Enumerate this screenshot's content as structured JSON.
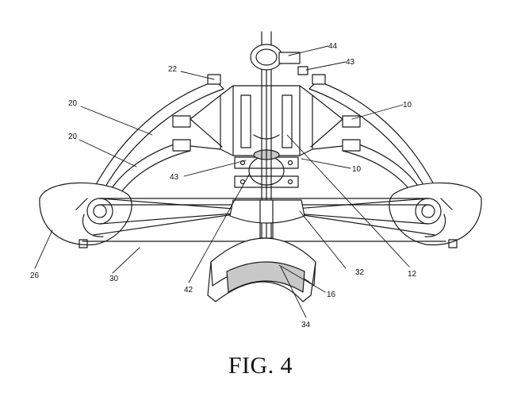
{
  "caption": "FIG. 4",
  "reference_numerals": {
    "limb_upper_left": "20",
    "limb_lower_left": "20",
    "pivot_22": "22",
    "scope_44": "44",
    "mount_43_top": "43",
    "limb_upper_right": "10",
    "limb_lower_right": "10",
    "mount_43_mid": "43",
    "cam_26": "26",
    "string_30": "30",
    "nut_42": "42",
    "latch_32": "32",
    "rail_12": "12",
    "stock_16": "16",
    "stock_34": "34"
  },
  "colors": {
    "ink": "#1a1a1a",
    "paper": "#ffffff",
    "shade": "#c8c8c8"
  }
}
